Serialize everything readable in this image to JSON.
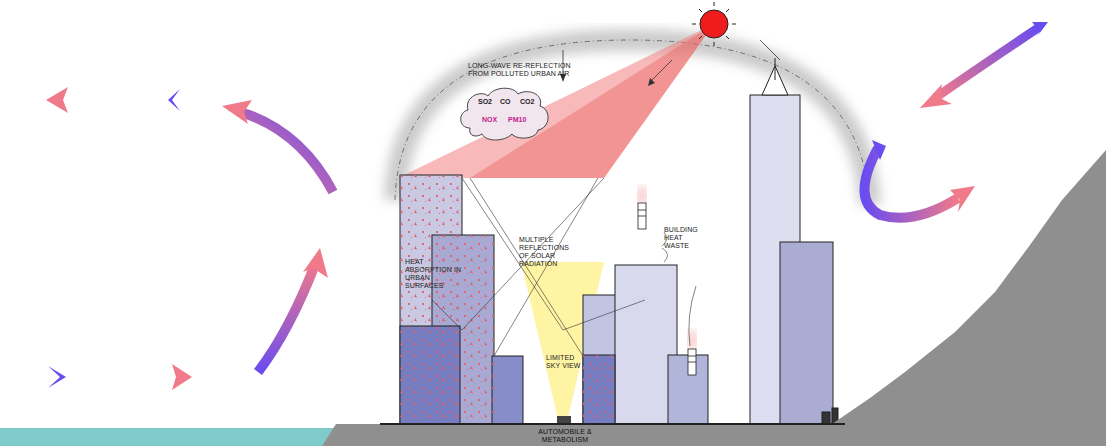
{
  "diagram": {
    "nodes": [
      {
        "text": [
          "SO2",
          "CO",
          "CO2",
          "NOX",
          "PM10"
        ]
      }
    ],
    "labels": [
      "LONG-WAVE RE-REFLECTION FROM POLLUTED URBAN AIR",
      "HEAT ABSORPTION IN URBAN SURFACES",
      "MULTIPLE REFLECTIONS OF SOLAR RADIATION",
      "LIMITED SKY VIEW",
      "BUILDING HEAT WASTE",
      "AUTOMOBILE & METABOLISM"
    ]
  }
}
